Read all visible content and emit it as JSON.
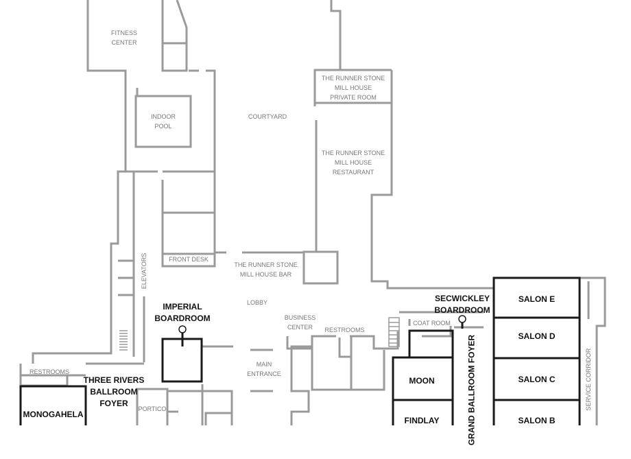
{
  "map": {
    "rooms": {
      "fitness": "FITNESS\nCENTER",
      "pool": "INDOOR\nPOOL",
      "courtyard": "COURTYARD",
      "private_room": "THE RUNNER STONE\nMILL HOUSE\nPRIVATE ROOM",
      "restaurant": "THE RUNNER STONE\nMILL HOUSE\nRESTAURANT",
      "front_desk": "FRONT DESK",
      "bar": "THE RUNNER STONE\nMILL HOUSE BAR",
      "elevators": "ELEVATORS",
      "lobby": "LOBBY",
      "business_center": "BUSINESS\nCENTER",
      "restrooms_center": "RESTROOMS",
      "main_entrance": "MAIN\nENTRANCE",
      "restrooms_left": "RESTROOMS",
      "portico": "PORTICO",
      "coat_room": "COAT ROOM",
      "service_corridor": "SERVICE CORRIDOR",
      "imperial": "IMPERIAL\nBOARDROOM",
      "three_rivers": "THREE RIVERS\nBALLROOM\nFOYER",
      "monogahela": "MONOGAHELA",
      "secwickley": "SECWICKLEY\nBOARDROOM",
      "moon": "MOON",
      "findlay": "FINDLAY",
      "grand_foyer": "GRAND BALLROOM FOYER",
      "salon_e": "SALON E",
      "salon_d": "SALON D",
      "salon_c": "SALON C",
      "salon_b": "SALON B"
    }
  }
}
